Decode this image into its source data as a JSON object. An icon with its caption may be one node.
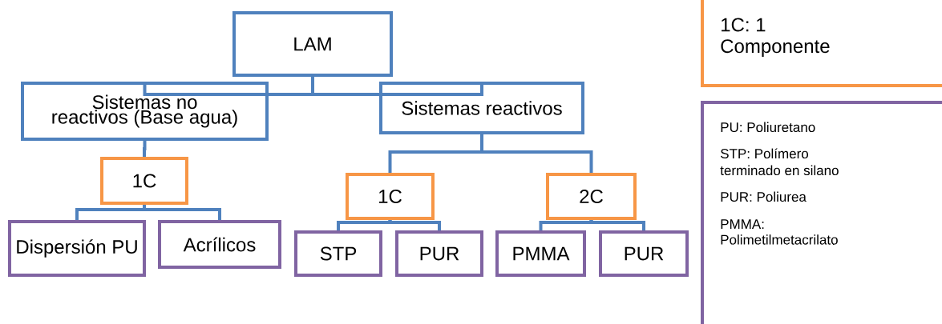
{
  "diagram": {
    "nodes": [
      {
        "text": [
          "LAM"
        ]
      },
      {
        "text": [
          "Sistemas no reactivos (Base agua)"
        ]
      },
      {
        "text": [
          "Sistemas reactivos"
        ]
      },
      {
        "text": [
          "1C"
        ]
      },
      {
        "text": [
          "Dispersión PU"
        ]
      },
      {
        "text": [
          "Acrílicos"
        ]
      },
      {
        "text": [
          "1C"
        ]
      },
      {
        "text": [
          "2C"
        ]
      },
      {
        "text": [
          "STP"
        ]
      },
      {
        "text": [
          "PUR"
        ]
      },
      {
        "text": [
          "PMMA"
        ]
      },
      {
        "text": [
          "PUR"
        ]
      },
      {
        "text": [
          "1C: 1 Componente"
        ]
      },
      {
        "text": [
          "PU: Poliuretano",
          "STP: Polímero terminado en silano",
          "PUR: Poliurea",
          "PMMA: Polimetilmetacrilato"
        ]
      }
    ],
    "edges": [
      {
        "from": 0,
        "to": 1,
        "arrow": "none"
      },
      {
        "from": 0,
        "to": 2,
        "arrow": "none"
      },
      {
        "from": 1,
        "to": 3,
        "arrow": "none"
      },
      {
        "from": 3,
        "to": 4,
        "arrow": "none"
      },
      {
        "from": 3,
        "to": 5,
        "arrow": "none"
      },
      {
        "from": 2,
        "to": 6,
        "arrow": "none"
      },
      {
        "from": 2,
        "to": 7,
        "arrow": "none"
      },
      {
        "from": 6,
        "to": 8,
        "arrow": "none"
      },
      {
        "from": 6,
        "to": 9,
        "arrow": "none"
      },
      {
        "from": 7,
        "to": 10,
        "arrow": "none"
      },
      {
        "from": 7,
        "to": 11,
        "arrow": "none"
      }
    ]
  }
}
